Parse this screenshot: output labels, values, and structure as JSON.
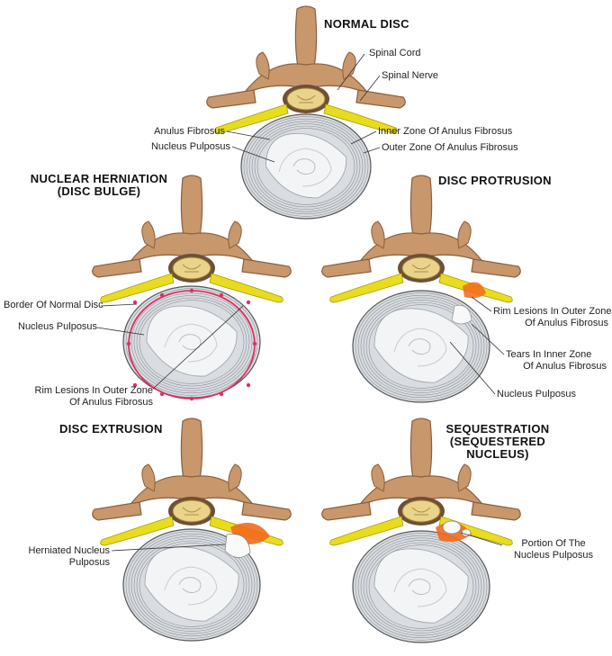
{
  "panels": {
    "normal": {
      "title": "NORMAL DISC",
      "labels": {
        "spinal_cord": "Spinal Cord",
        "spinal_nerve": "Spinal Nerve",
        "anulus_fibrosus": "Anulus Fibrosus",
        "nucleus_pulposus": "Nucleus Pulposus",
        "inner_zone": "Inner Zone Of Anulus Fibrosus",
        "outer_zone": "Outer Zone Of Anulus Fibrosus"
      }
    },
    "herniation": {
      "title_line1": "NUCLEAR HERNIATION",
      "title_line2": "(DISC BULGE)",
      "labels": {
        "border": "Border Of Normal Disc",
        "nucleus": "Nucleus Pulposus",
        "rim_line1": "Rim Lesions In Outer Zone",
        "rim_line2": "Of Anulus Fibrosus"
      }
    },
    "protrusion": {
      "title": "DISC PROTRUSION",
      "labels": {
        "rim_line1": "Rim Lesions In Outer Zone",
        "rim_line2": "Of Anulus Fibrosus",
        "tears_line1": "Tears In Inner Zone",
        "tears_line2": "Of Anulus Fibrosus",
        "nucleus": "Nucleus Pulposus"
      }
    },
    "extrusion": {
      "title": "DISC EXTRUSION",
      "labels": {
        "herniated_line1": "Herniated Nucleus",
        "herniated_line2": "Pulposus"
      }
    },
    "sequestration": {
      "title_line1": "SEQUESTRATION",
      "title_line2": "(SEQUESTERED",
      "title_line3": "NUCLEUS)",
      "labels": {
        "portion_line1": "Portion Of The",
        "portion_line2": "Nucleus Pulposus"
      }
    }
  },
  "colors": {
    "bone": "#c8976c",
    "bone_dark": "#8a5e3c",
    "nerve": "#e8dc1e",
    "disc": "#d9dde1",
    "disc_ring": "#8a8f95",
    "nucleus": "#f3f4f6",
    "lesion": "#e0305f",
    "inflammation": "#f26a1b"
  }
}
